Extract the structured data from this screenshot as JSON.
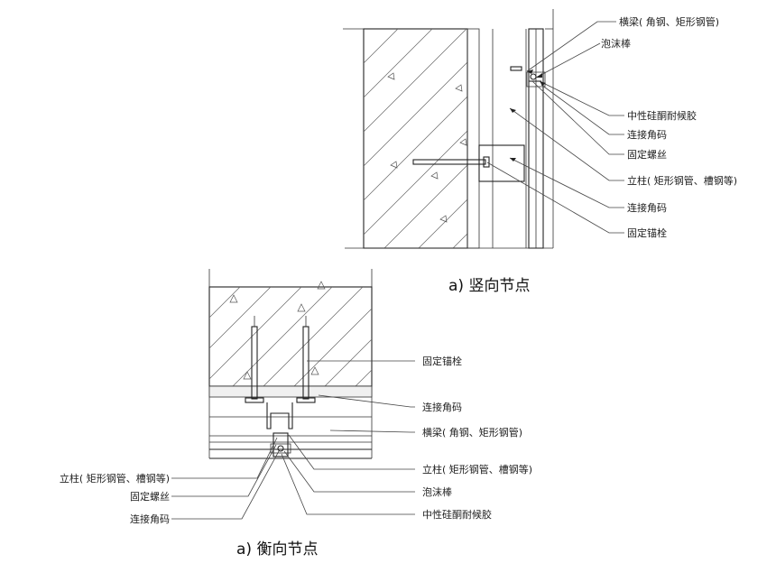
{
  "vertical_node": {
    "caption": "a)  竖向节点",
    "labels": [
      "横梁( 角钢、矩形钢管)",
      "泡沫棒",
      "中性硅酮耐候胶",
      "连接角码",
      "固定螺丝",
      "立柱( 矩形钢管、槽钢等)",
      "连接角码",
      "固定锚栓"
    ]
  },
  "horizontal_node": {
    "caption": "a)  衡向节点",
    "labels_right": [
      "固定锚栓",
      "连接角码",
      "横梁( 角钢、矩形钢管)",
      "立柱( 矩形钢管、槽钢等)",
      "泡沫棒",
      "中性硅酮耐候胶"
    ],
    "labels_left": [
      "立柱( 矩形钢管、槽钢等)",
      "固定螺丝",
      "连接角码"
    ]
  }
}
